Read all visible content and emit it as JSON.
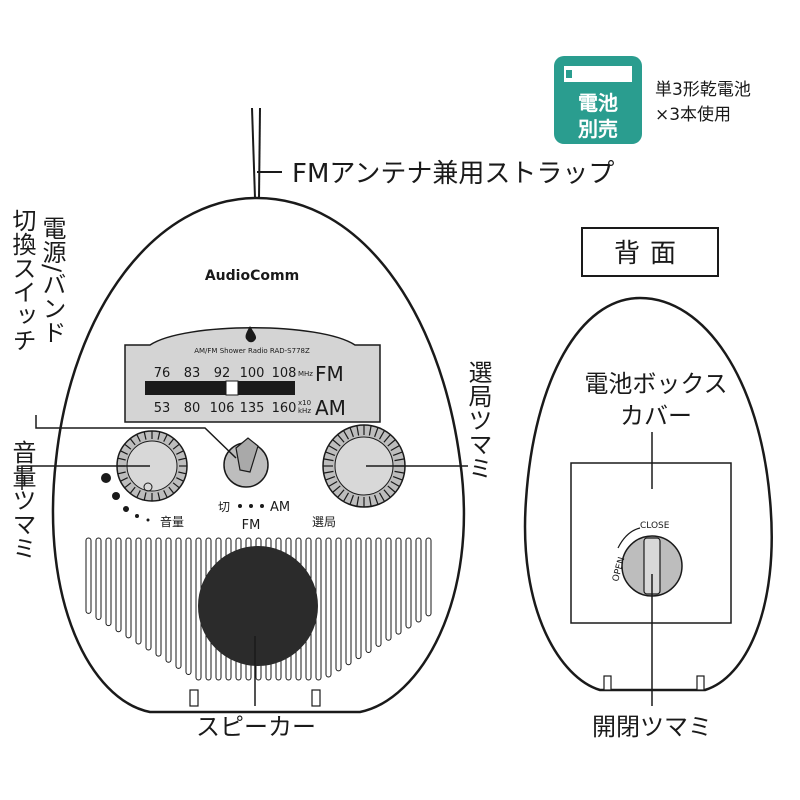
{
  "badge": {
    "line1": "電池",
    "line2": "別売",
    "color": "#2a9d8f"
  },
  "battery_note": {
    "line1": "単3形乾電池",
    "line2": "×3本使用"
  },
  "labels": {
    "strap": "FMアンテナ兼用ストラップ",
    "power_band": {
      "line1": "電源/バンド",
      "line2": "切換スイッチ"
    },
    "volume_knob": "音量ツマミ",
    "tuning_knob": "選局ツマミ",
    "speaker": "スピーカー",
    "back_title": "背面",
    "battery_cover": {
      "line1": "電池ボックス",
      "line2": "カバー"
    },
    "open_close_knob": "開閉ツマミ"
  },
  "radio": {
    "brand": "AudioComm",
    "model_line": "AM/FM Shower Radio  RAD-S778Z",
    "fm_scale": [
      "76",
      "83",
      "92",
      "100",
      "108"
    ],
    "fm_unit": "MHz",
    "fm_band": "FM",
    "am_scale": [
      "53",
      "80",
      "106",
      "135",
      "160"
    ],
    "am_unit_top": "x10",
    "am_unit_bottom": "kHz",
    "am_band": "AM",
    "switch_off": "切",
    "switch_am": "AM",
    "switch_fm": "FM",
    "volume_text": "音量",
    "tuning_text": "選局"
  },
  "back": {
    "close_text": "CLOSE",
    "open_text": "OPEN"
  }
}
